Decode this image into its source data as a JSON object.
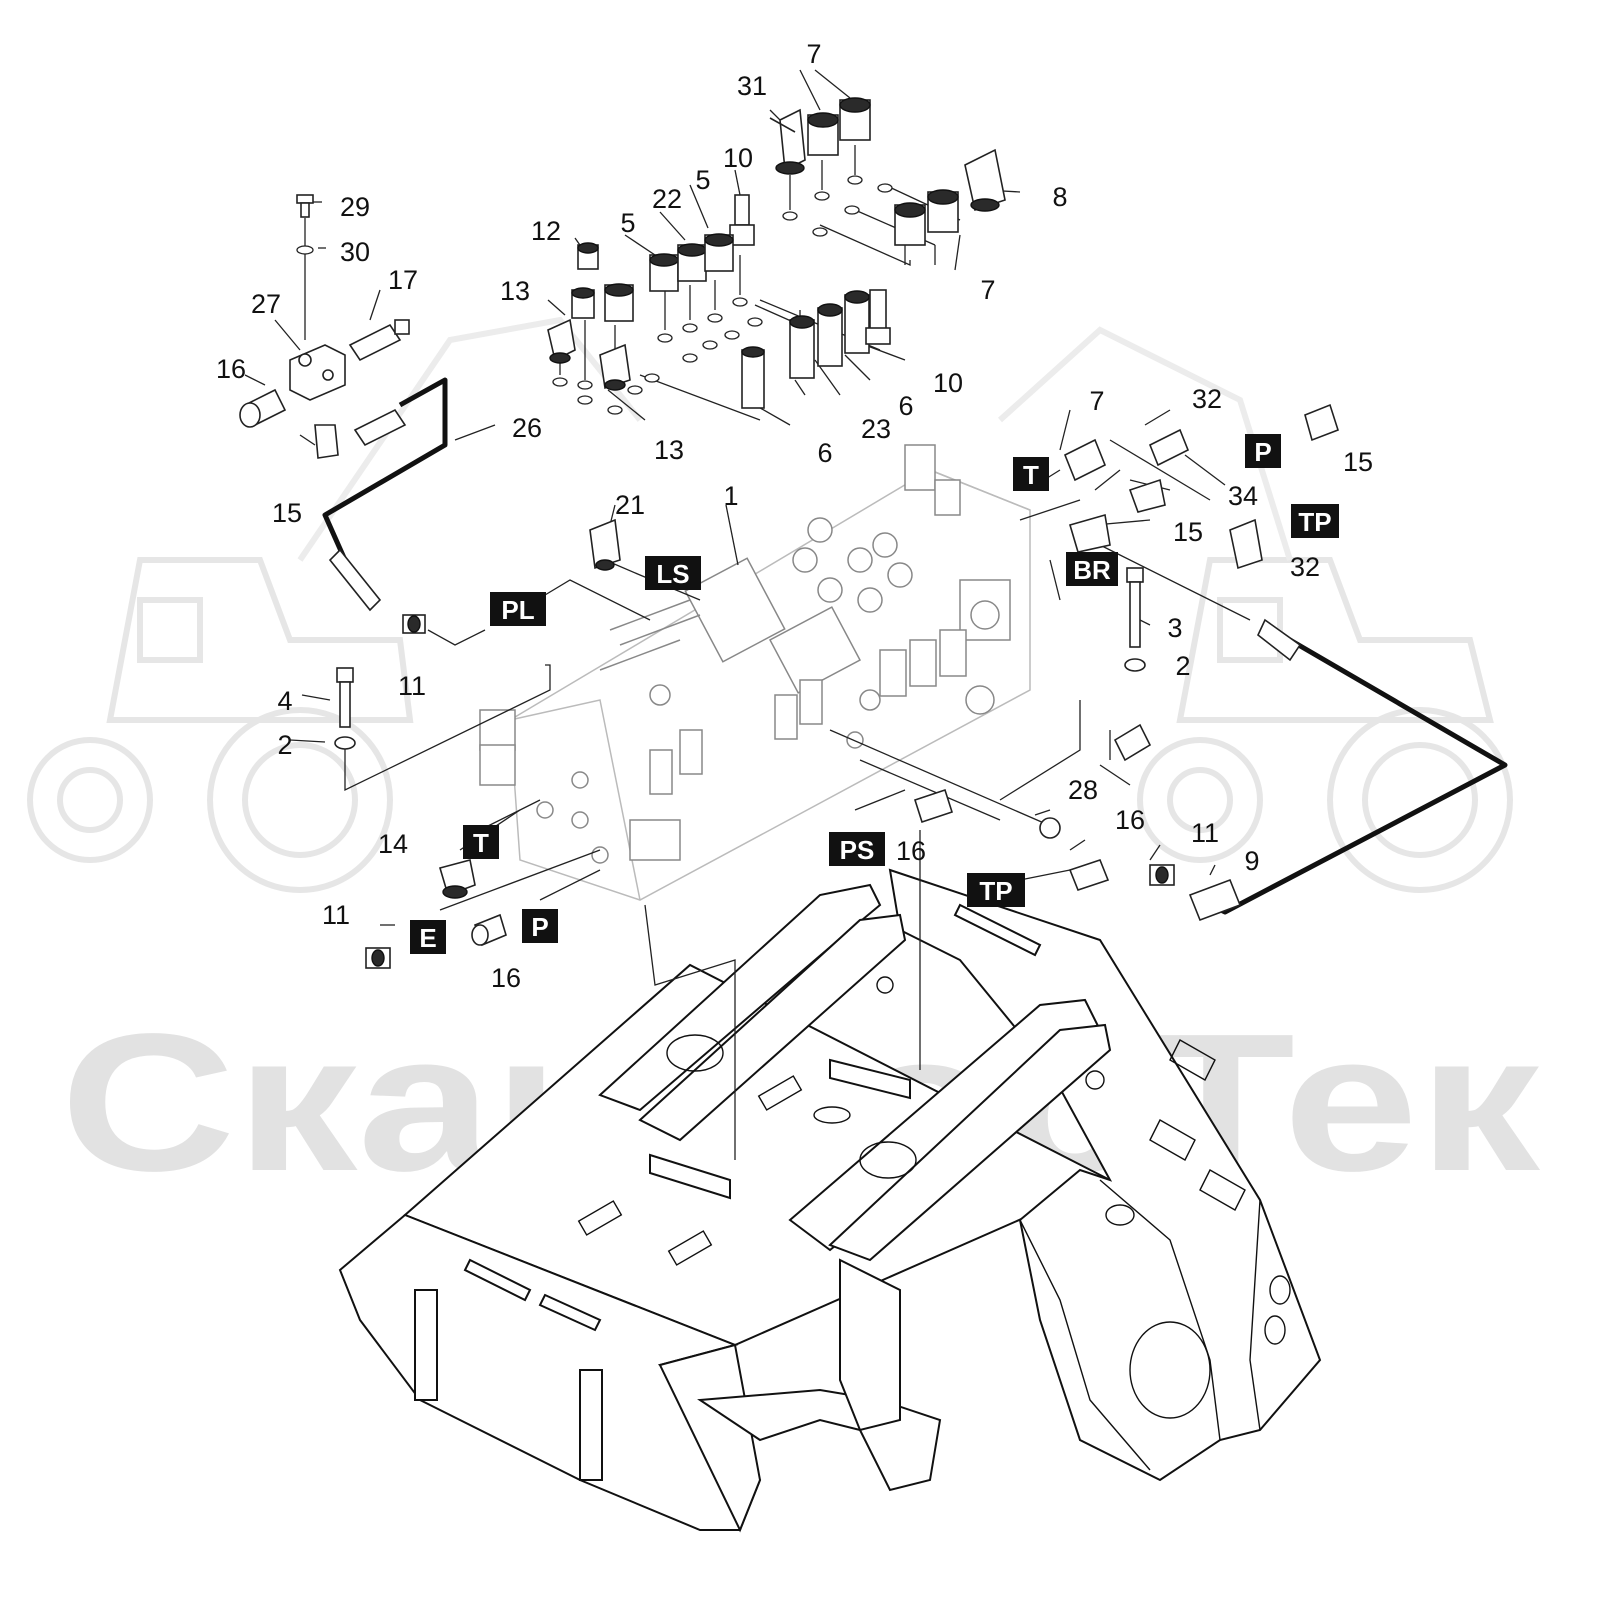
{
  "watermark": {
    "text": "СканфорТек",
    "color": "#e2e2e2"
  },
  "callouts": [
    {
      "id": "c31",
      "label": "31"
    },
    {
      "id": "c7a",
      "label": "7"
    },
    {
      "id": "c8",
      "label": "8"
    },
    {
      "id": "c7b",
      "label": "7"
    },
    {
      "id": "c10a",
      "label": "10"
    },
    {
      "id": "c5a",
      "label": "5"
    },
    {
      "id": "c22",
      "label": "22"
    },
    {
      "id": "c5b",
      "label": "5"
    },
    {
      "id": "c12",
      "label": "12"
    },
    {
      "id": "c13a",
      "label": "13"
    },
    {
      "id": "c10b",
      "label": "10"
    },
    {
      "id": "c6a",
      "label": "6"
    },
    {
      "id": "c23",
      "label": "23"
    },
    {
      "id": "c6b",
      "label": "6"
    },
    {
      "id": "c13b",
      "label": "13"
    },
    {
      "id": "c29",
      "label": "29"
    },
    {
      "id": "c30",
      "label": "30"
    },
    {
      "id": "c27",
      "label": "27"
    },
    {
      "id": "c17",
      "label": "17"
    },
    {
      "id": "c16a",
      "label": "16"
    },
    {
      "id": "c26",
      "label": "26"
    },
    {
      "id": "c15a",
      "label": "15"
    },
    {
      "id": "c7c",
      "label": "7"
    },
    {
      "id": "c32a",
      "label": "32"
    },
    {
      "id": "c15b",
      "label": "15"
    },
    {
      "id": "c34",
      "label": "34"
    },
    {
      "id": "c15c",
      "label": "15"
    },
    {
      "id": "c32b",
      "label": "32"
    },
    {
      "id": "c1",
      "label": "1"
    },
    {
      "id": "c21",
      "label": "21"
    },
    {
      "id": "c3",
      "label": "3"
    },
    {
      "id": "c2a",
      "label": "2"
    },
    {
      "id": "c11a",
      "label": "11"
    },
    {
      "id": "c4",
      "label": "4"
    },
    {
      "id": "c2b",
      "label": "2"
    },
    {
      "id": "c16b",
      "label": "16"
    },
    {
      "id": "c28",
      "label": "28"
    },
    {
      "id": "c11b",
      "label": "11"
    },
    {
      "id": "c9",
      "label": "9"
    },
    {
      "id": "c16c",
      "label": "16"
    },
    {
      "id": "c14",
      "label": "14"
    },
    {
      "id": "c11c",
      "label": "11"
    },
    {
      "id": "c16d",
      "label": "16"
    }
  ],
  "port_tags": [
    {
      "id": "tT1",
      "label": "T"
    },
    {
      "id": "tP1",
      "label": "P"
    },
    {
      "id": "tTP1",
      "label": "TP"
    },
    {
      "id": "tBR",
      "label": "BR"
    },
    {
      "id": "tLS",
      "label": "LS"
    },
    {
      "id": "tPL",
      "label": "PL"
    },
    {
      "id": "tPS",
      "label": "PS"
    },
    {
      "id": "tT2",
      "label": "T"
    },
    {
      "id": "tTP2",
      "label": "TP"
    },
    {
      "id": "tE",
      "label": "E"
    },
    {
      "id": "tP2",
      "label": "P"
    }
  ]
}
